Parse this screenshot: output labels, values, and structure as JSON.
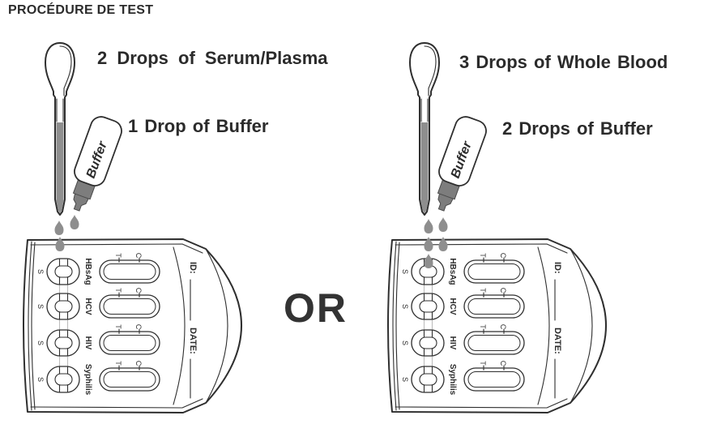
{
  "header": {
    "title": "PROCÉDURE DE TEST"
  },
  "left_panel": {
    "sample_line": "2 Drops of Serum/Plasma",
    "buffer_line": "1 Drop of Buffer",
    "bottle_label": "Buffer"
  },
  "right_panel": {
    "sample_line": "3 Drops of Whole Blood",
    "buffer_line": "2 Drops of Buffer",
    "bottle_label": "Buffer"
  },
  "divider": {
    "or_label": "OR"
  },
  "cassette": {
    "sample_well_label": "S",
    "test_line_label": "T",
    "control_line_label": "C",
    "id_label": "ID:",
    "date_label": "DATE:",
    "rows": [
      {
        "name": "HBsAg"
      },
      {
        "name": "HCV"
      },
      {
        "name": "HIV"
      },
      {
        "name": "Syphilis"
      }
    ]
  },
  "palette": {
    "ink": "#2f2f2f",
    "liquid_gray": "#8e8e8e",
    "bottle_tip_gray": "#7d7d7d"
  }
}
